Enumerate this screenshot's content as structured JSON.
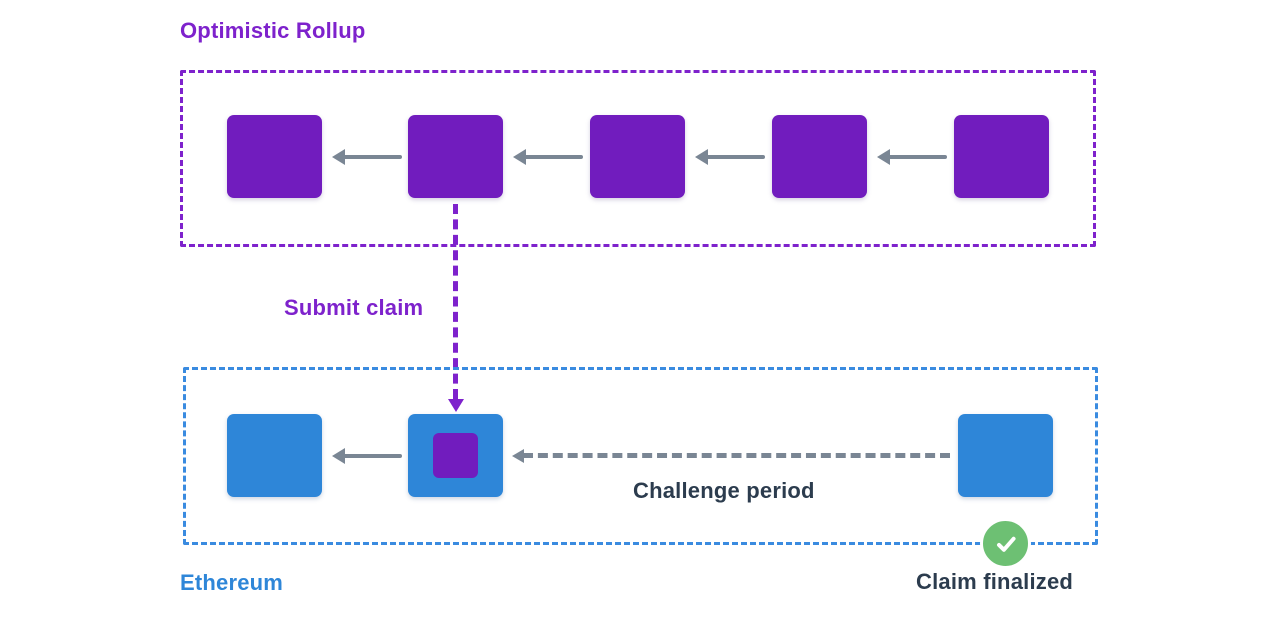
{
  "colors": {
    "purple": "#711CBE",
    "purple-accent": "#7E22CC",
    "blue": "#2E86D8",
    "blue-border": "#3A8BE0",
    "gray": "#7A8694",
    "dark": "#2C3C4E",
    "green": "#6DC073",
    "bg": "#FFFFFF"
  },
  "rollup": {
    "label": "Optimistic Rollup",
    "block_count": 5,
    "submit_claim_label": "Submit claim"
  },
  "ethereum": {
    "label": "Ethereum",
    "block_count": 3,
    "challenge_period_label": "Challenge period",
    "claim_finalized_label": "Claim finalized",
    "check_icon": "check"
  }
}
